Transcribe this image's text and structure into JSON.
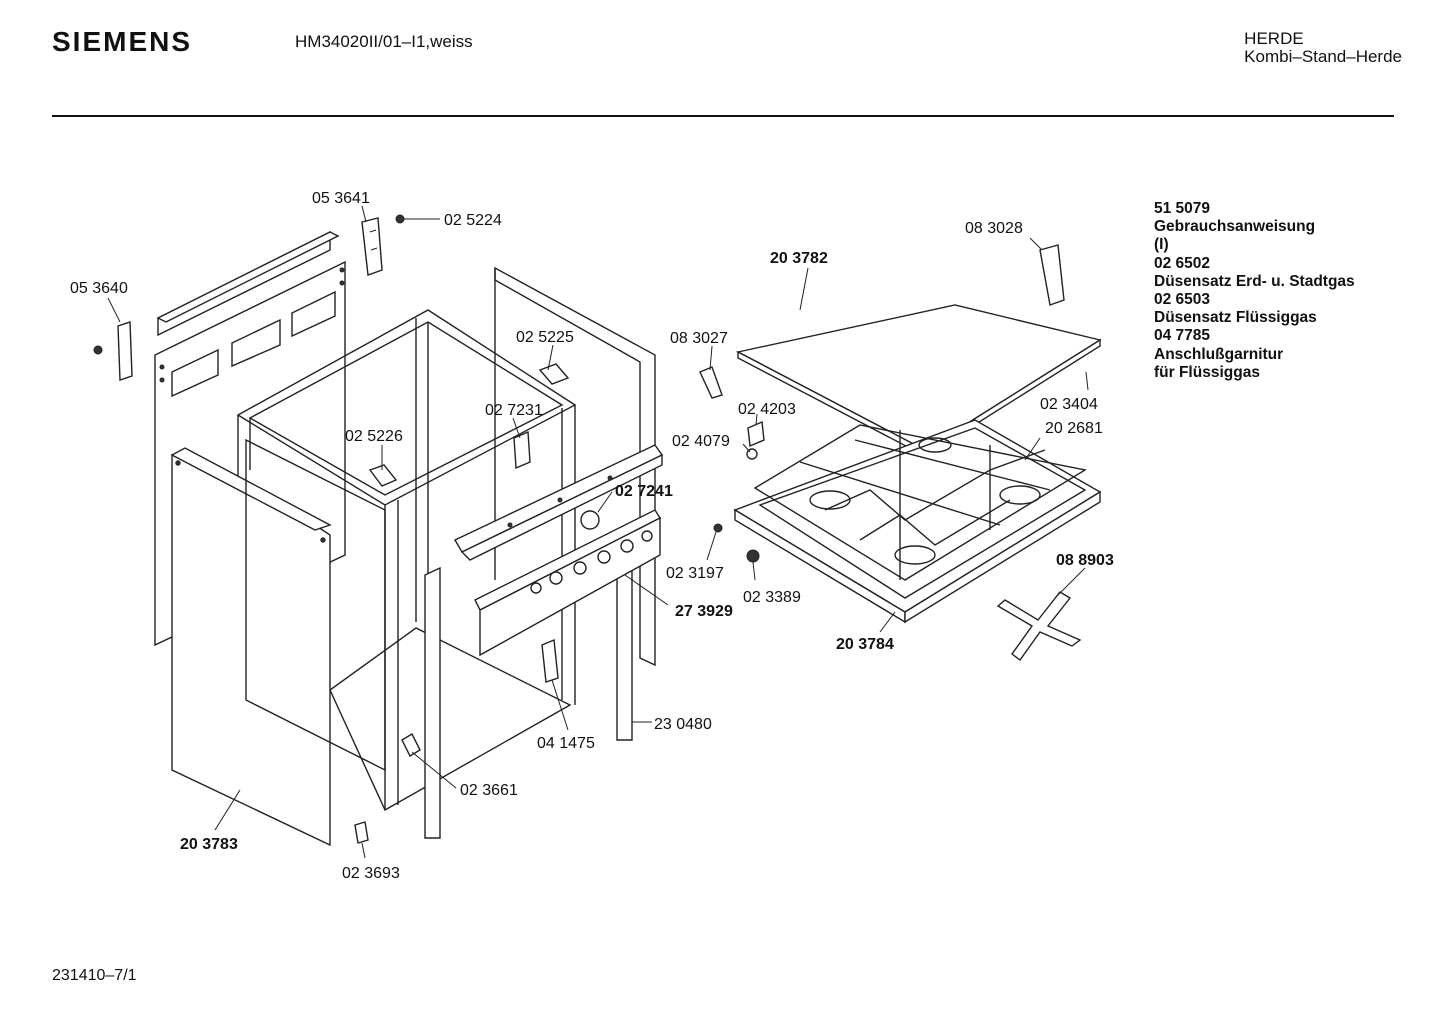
{
  "header": {
    "brand": "SIEMENS",
    "model": "HM34020II/01–I1,weiss",
    "category_line1": "HERDE",
    "category_line2": "Kombi–Stand–Herde"
  },
  "footer": {
    "doc_number": "231410–7/1"
  },
  "accessories": [
    "51 5079",
    "Gebrauchsanweisung",
    "(I)",
    "02 6502",
    "Düsensatz Erd- u. Stadtgas",
    "02 6503",
    "Düsensatz Flüssiggas",
    "04 7785",
    "Anschlußgarnitur",
    "für Flüssiggas"
  ],
  "parts": {
    "p053641": "05 3641",
    "p025224": "02 5224",
    "p053640": "05 3640",
    "p025225": "02 5225",
    "p027231": "02 7231",
    "p025226": "02 5226",
    "p027241": "02 7241",
    "p083027": "08 3027",
    "p024203": "02 4203",
    "p024079": "02 4079",
    "p203782": "20 3782",
    "p083028": "08 3028",
    "p023404": "02 3404",
    "p202681": "20 2681",
    "p023197": "02 3197",
    "p023389": "02 3389",
    "p273929": "27 3929",
    "p203784": "20 3784",
    "p088903": "08 8903",
    "p230480": "23 0480",
    "p041475": "04 1475",
    "p023661": "02 3661",
    "p203783": "20 3783",
    "p023693": "02 3693"
  }
}
